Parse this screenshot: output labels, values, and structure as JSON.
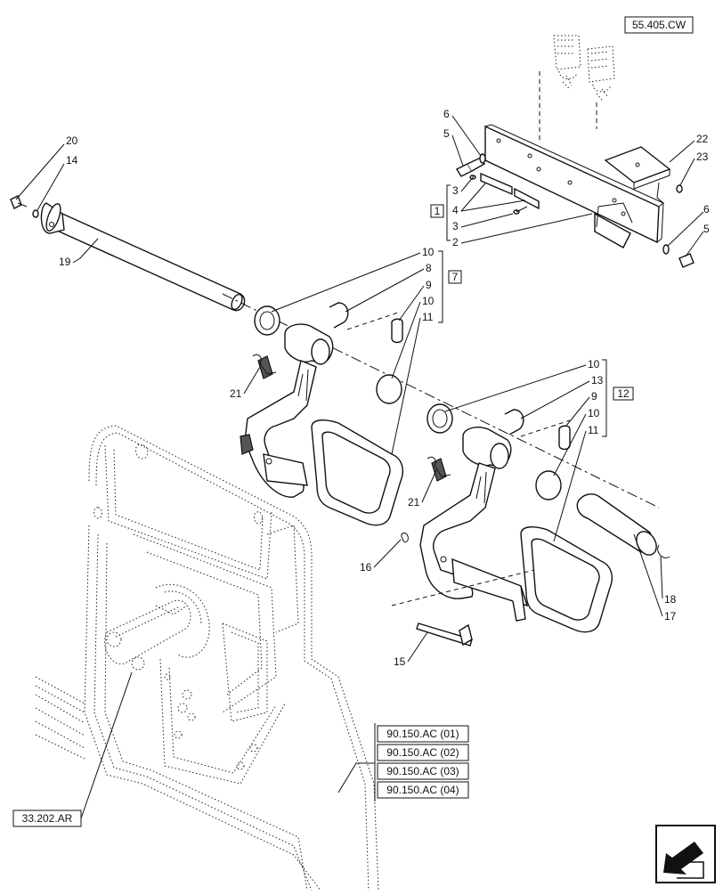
{
  "references": {
    "top": "55.405.CW",
    "left_bottom": "33.202.AR",
    "group": [
      "90.150.AC (01)",
      "90.150.AC (02)",
      "90.150.AC (03)",
      "90.150.AC (04)"
    ]
  },
  "group_labels": {
    "g1": "1",
    "g7": "7",
    "g12": "12"
  },
  "callouts": {
    "n20": "20",
    "n14": "14",
    "n19": "19",
    "n6a": "6",
    "n5a": "5",
    "n22": "22",
    "n23": "23",
    "n6b": "6",
    "n5b": "5",
    "n3a": "3",
    "n4": "4",
    "n3b": "3",
    "n2": "2",
    "n10a": "10",
    "n8": "8",
    "n9a": "9",
    "n10b": "10",
    "n11a": "11",
    "n21a": "21",
    "n10c": "10",
    "n13": "13",
    "n9b": "9",
    "n10d": "10",
    "n11b": "11",
    "n21b": "21",
    "n16": "16",
    "n18": "18",
    "n17": "17",
    "n15": "15"
  },
  "icons": {
    "corner": "arrow-nav-icon"
  }
}
